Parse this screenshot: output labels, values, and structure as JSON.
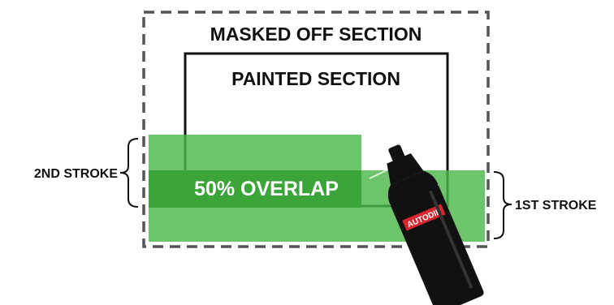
{
  "labels": {
    "masked_off": "MASKED OFF SECTION",
    "painted": "PAINTED SECTION",
    "overlap": "50% OVERLAP",
    "second_stroke": "2ND STROKE",
    "first_stroke": "1ST STROKE",
    "brand": "AUTODIP"
  },
  "colors": {
    "stroke_fill": "#4db84a",
    "overlap_fill": "#3ba53a",
    "dashed_border": "#555555",
    "painted_border": "#111111",
    "can_body": "#111111",
    "brand_badge": "#d7262e",
    "text_dark": "#111111",
    "text_light": "#ffffff"
  },
  "icons": {
    "spray_can": "spray-can-icon"
  }
}
